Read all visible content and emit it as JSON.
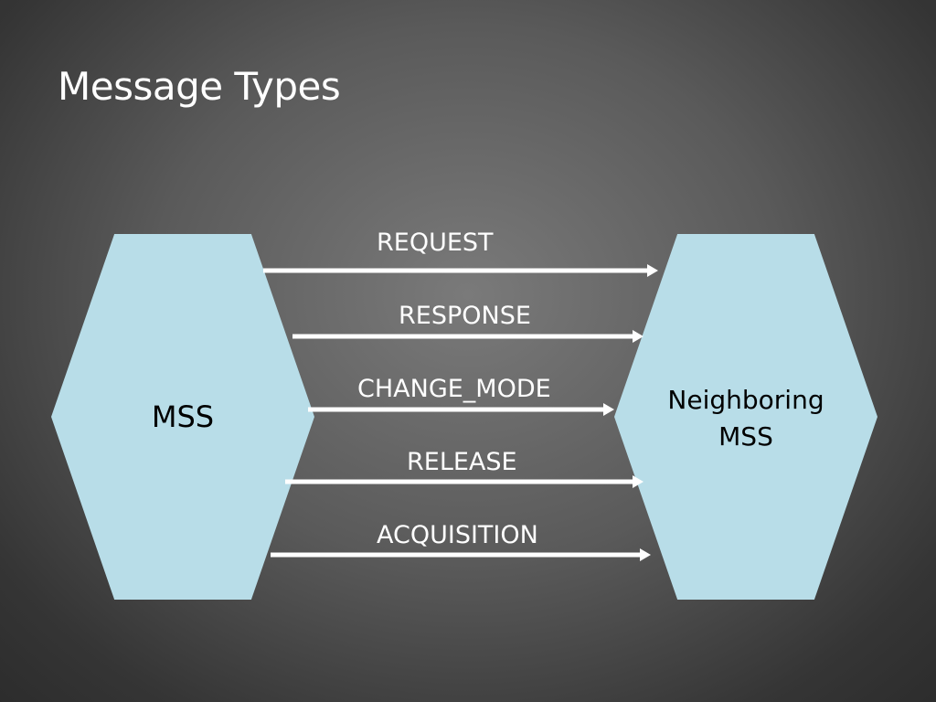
{
  "slide": {
    "title": "Message Types"
  },
  "nodes": {
    "left": {
      "label": "MSS"
    },
    "right": {
      "label_line1": "Neighboring",
      "label_line2": "MSS"
    }
  },
  "messages": [
    {
      "label": "REQUEST"
    },
    {
      "label": "RESPONSE"
    },
    {
      "label": "CHANGE_MODE"
    },
    {
      "label": "RELEASE"
    },
    {
      "label": "ACQUISITION"
    }
  ],
  "colors": {
    "hexagon_fill": "#b8dde8",
    "arrow": "#ffffff",
    "title_text": "#ffffff"
  }
}
